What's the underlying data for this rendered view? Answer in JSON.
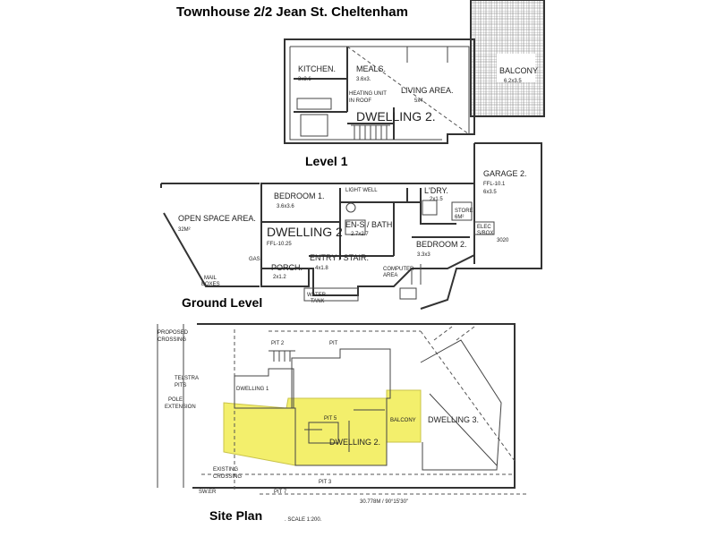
{
  "title": "Townhouse 2/2 Jean St. Cheltenham",
  "level1": {
    "label": "Level 1",
    "rooms": {
      "kitchen": {
        "name": "KITCHEN.",
        "size": "3x3.6"
      },
      "meals": {
        "name": "MEALS.",
        "size": "3.6x3."
      },
      "heating": {
        "line1": "HEATING UNIT",
        "line2": "IN ROOF"
      },
      "living": {
        "name": "LIVING AREA.",
        "size": "5x4"
      },
      "balcony": {
        "name": "BALCONY",
        "size": "6.2x3.5"
      },
      "dwelling": "DWELLING 2."
    }
  },
  "ground": {
    "label": "Ground Level",
    "rooms": {
      "garage": {
        "name": "GARAGE 2.",
        "ffl": "FFL-10.1",
        "size": "6x3.5"
      },
      "bedroom1": {
        "name": "BEDROOM 1.",
        "size": "3.6x3.6"
      },
      "lightwell": "LIGHT WELL",
      "ldry": {
        "name": "L'DRY.",
        "size": "2x1.5"
      },
      "store": {
        "line1": "STORE",
        "line2": "6M²"
      },
      "ens": {
        "name": "EN-S / BATH",
        "size": "2.7x2.7"
      },
      "elec": {
        "line1": "ELEC",
        "line2": "S/BOX"
      },
      "garage_dim": "3020",
      "openspace": {
        "name": "OPEN SPACE AREA.",
        "area": "32M²"
      },
      "dwelling": {
        "name": "DWELLING 2",
        "ffl": "FFL-10.25"
      },
      "bedroom2": {
        "name": "BEDROOM 2.",
        "size": "3.3x3"
      },
      "entry": {
        "name": "ENTRY / STAIR.",
        "size": "4x1.8"
      },
      "computer": {
        "line1": "COMPUTER",
        "line2": "AREA"
      },
      "porch": {
        "name": "PORCH.",
        "size": "2x1.2"
      },
      "mail": {
        "line1": "MAIL",
        "line2": "BOXES"
      },
      "water": {
        "line1": "WATER",
        "line2": "TANK"
      },
      "gas": "GAS"
    }
  },
  "site": {
    "label": "Site Plan",
    "labels": {
      "proposed": "PROPOSED",
      "crossing": "CROSSING",
      "pit2": "PIT 2",
      "pit_top": "PIT",
      "pit5": "PIT 5",
      "telstra": "TELSTRA",
      "pits": "PITS",
      "pole": "POLE",
      "extension": "EXTENSION",
      "dwelling1": "DWELLING 1",
      "dwelling2": "DWELLING 2.",
      "dwelling3": "DWELLING 3.",
      "balcony": "BALCONY",
      "existing": "EXISTING",
      "crossings": "CROSSING",
      "pit3": "PIT 3",
      "pit7": "PIT 7",
      "swer": "SW.ER",
      "dimension": "30.778M / 90°15'30\"",
      "scale": ". SCALE 1:200."
    }
  },
  "colors": {
    "highlight": "#f3ef6c",
    "ink": "#333333"
  }
}
